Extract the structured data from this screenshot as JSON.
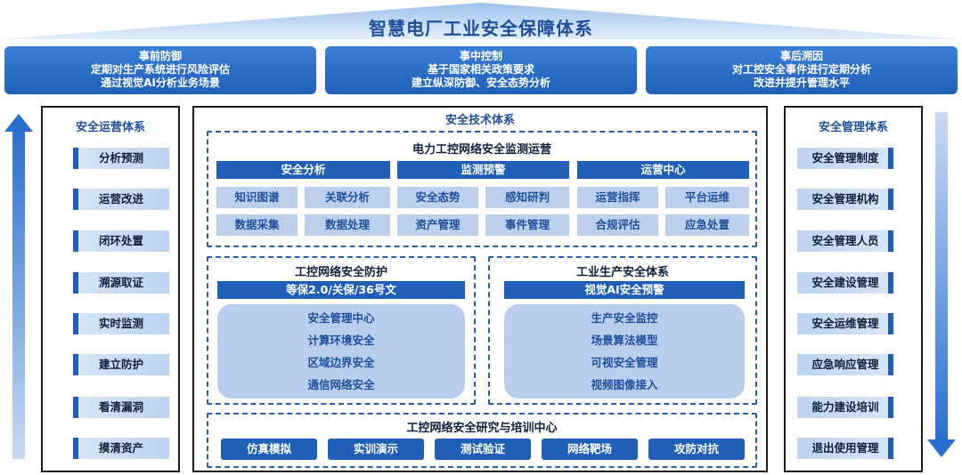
{
  "title": "智慧电厂工业安全保障体系",
  "phases": [
    {
      "heading": "事前防御",
      "lines": [
        "定期对生产系统进行风险评估",
        "通过视觉AI分析业务场景"
      ]
    },
    {
      "heading": "事中控制",
      "lines": [
        "基于国家相关政策要求",
        "建立纵深防御、安全态势分析"
      ]
    },
    {
      "heading": "事后溯因",
      "lines": [
        "对工控安全事件进行定期分析",
        "改进并提升管理水平"
      ]
    }
  ],
  "left": {
    "title": "安全运营体系",
    "items": [
      "分析预测",
      "运营改进",
      "闭环处置",
      "溯源取证",
      "实时监测",
      "建立防护",
      "看清漏洞",
      "摸清资产"
    ]
  },
  "right": {
    "title": "安全管理体系",
    "items": [
      "安全管理制度",
      "安全管理机构",
      "安全管理人员",
      "安全建设管理",
      "安全运维管理",
      "应急响应管理",
      "能力建设培训",
      "退出使用管理"
    ]
  },
  "center": {
    "title": "安全技术体系",
    "monitor": {
      "title": "电力工控网络安全监测运营",
      "groups": [
        {
          "header": "安全分析",
          "cells": [
            "知识图谱",
            "关联分析",
            "数据采集",
            "数据处理"
          ]
        },
        {
          "header": "监测预警",
          "cells": [
            "安全态势",
            "感知研判",
            "资产管理",
            "事件管理"
          ]
        },
        {
          "header": "运营中心",
          "cells": [
            "运营指挥",
            "平台运维",
            "合规评估",
            "应急处置"
          ]
        }
      ]
    },
    "protect": {
      "title": "工控网络安全防护",
      "header": "等保2.0/关保/36号文",
      "lines": [
        "安全管理中心",
        "计算环境安全",
        "区域边界安全",
        "通信网络安全"
      ]
    },
    "production": {
      "title": "工业生产安全体系",
      "header": "视觉AI安全预警",
      "lines": [
        "生产安全监控",
        "场景算法模型",
        "可视安全管理",
        "视频图像接入"
      ]
    },
    "training": {
      "title": "工控网络安全研究与培训中心",
      "items": [
        "仿真模拟",
        "实训演示",
        "测试验证",
        "网络靶场",
        "攻防对抗"
      ]
    }
  }
}
